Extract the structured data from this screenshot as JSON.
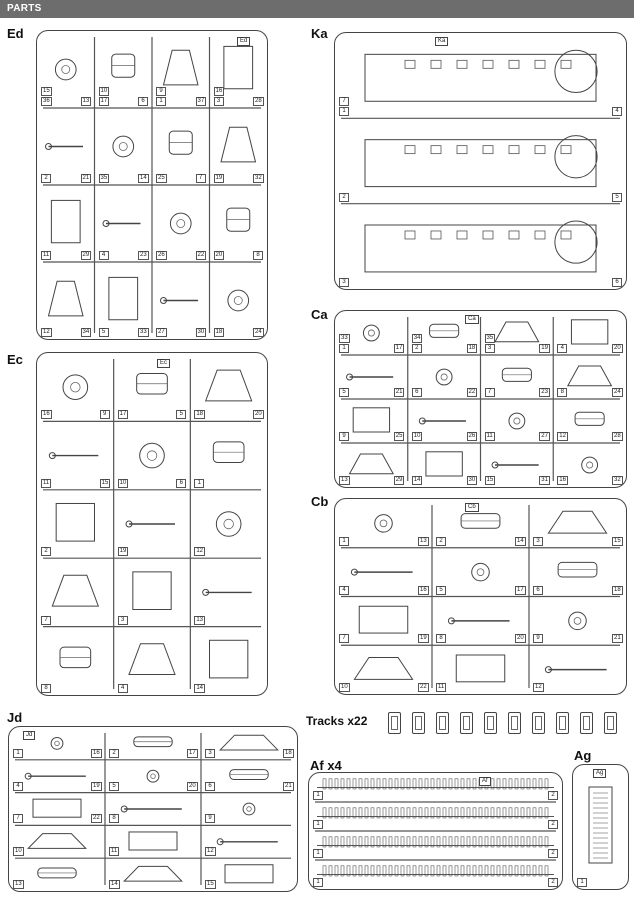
{
  "header": {
    "title": "PARTS"
  },
  "sprues": {
    "ed": {
      "label": "Ed",
      "tag": "Ed",
      "parts": [
        "36",
        "17",
        "1",
        "3",
        "2",
        "35",
        "25",
        "19",
        "11",
        "4",
        "26",
        "20",
        "12",
        "5",
        "27",
        "18",
        "13",
        "6",
        "37",
        "28",
        "21",
        "14",
        "7",
        "32",
        "29",
        "23",
        "22",
        "8",
        "34",
        "33",
        "30",
        "24",
        "15",
        "10",
        "9",
        "16"
      ]
    },
    "ec": {
      "label": "Ec",
      "tag": "Ec",
      "parts": [
        "16",
        "17",
        "18",
        "11",
        "10",
        "1",
        "2",
        "19",
        "12",
        "7",
        "3",
        "13",
        "8",
        "4",
        "14",
        "9",
        "5",
        "20",
        "15",
        "6"
      ]
    },
    "ka": {
      "label": "Ka",
      "tag": "Ka",
      "parts": [
        "1",
        "2",
        "3",
        "4",
        "5",
        "6",
        "7"
      ]
    },
    "ca": {
      "label": "Ca",
      "tag": "Ca",
      "parts": [
        "1",
        "2",
        "3",
        "4",
        "5",
        "6",
        "7",
        "8",
        "9",
        "10",
        "11",
        "12",
        "13",
        "14",
        "15",
        "16",
        "17",
        "18",
        "19",
        "20",
        "21",
        "22",
        "23",
        "24",
        "25",
        "26",
        "27",
        "28",
        "29",
        "30",
        "31",
        "32",
        "33",
        "34",
        "35"
      ]
    },
    "cb": {
      "label": "Cb",
      "tag": "Cb",
      "parts": [
        "1",
        "2",
        "3",
        "4",
        "5",
        "6",
        "7",
        "8",
        "9",
        "10",
        "11",
        "12",
        "13",
        "14",
        "15",
        "16",
        "17",
        "18",
        "19",
        "20",
        "21",
        "22"
      ]
    },
    "jd": {
      "label": "Jd",
      "tag": "Jd",
      "parts": [
        "1",
        "2",
        "3",
        "4",
        "5",
        "6",
        "7",
        "8",
        "9",
        "10",
        "11",
        "12",
        "13",
        "14",
        "15",
        "16",
        "17",
        "18",
        "19",
        "20",
        "21",
        "22"
      ]
    },
    "af": {
      "label": "Af x4",
      "tag": "Af",
      "parts": [
        "1",
        "1",
        "1",
        "1",
        "2",
        "2",
        "2",
        "2"
      ]
    },
    "ag": {
      "label": "Ag",
      "tag": "Ag",
      "parts": [
        "1"
      ]
    }
  },
  "tracks": {
    "label": "Tracks x22",
    "count": 10
  }
}
